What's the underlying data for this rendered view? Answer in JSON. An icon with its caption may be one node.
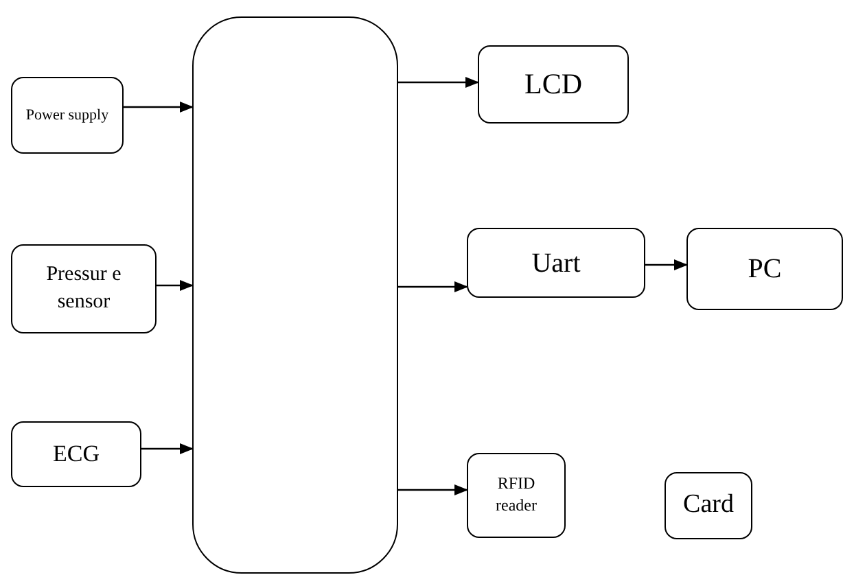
{
  "diagram": {
    "nodes": [
      {
        "text": [
          "Power supply"
        ]
      },
      {
        "text": [
          "Pressur e sensor"
        ]
      },
      {
        "text": [
          "ECG"
        ]
      },
      {
        "text": [],
        "shape": "box"
      },
      {
        "text": [
          "LCD"
        ]
      },
      {
        "text": [
          "Uart"
        ]
      },
      {
        "text": [
          "PC"
        ]
      },
      {
        "text": [
          "RFID reader"
        ]
      },
      {
        "text": [
          "Card"
        ]
      }
    ],
    "edges": [
      {
        "from": 0,
        "to": 3,
        "arrow": "to"
      },
      {
        "from": 1,
        "to": 3,
        "arrow": "to"
      },
      {
        "from": 2,
        "to": 3,
        "arrow": "to"
      },
      {
        "from": 3,
        "to": 4,
        "arrow": "to"
      },
      {
        "from": 3,
        "to": 5,
        "arrow": "to"
      },
      {
        "from": 5,
        "to": 6,
        "arrow": "to"
      },
      {
        "from": 3,
        "to": 7,
        "arrow": "to"
      }
    ]
  }
}
